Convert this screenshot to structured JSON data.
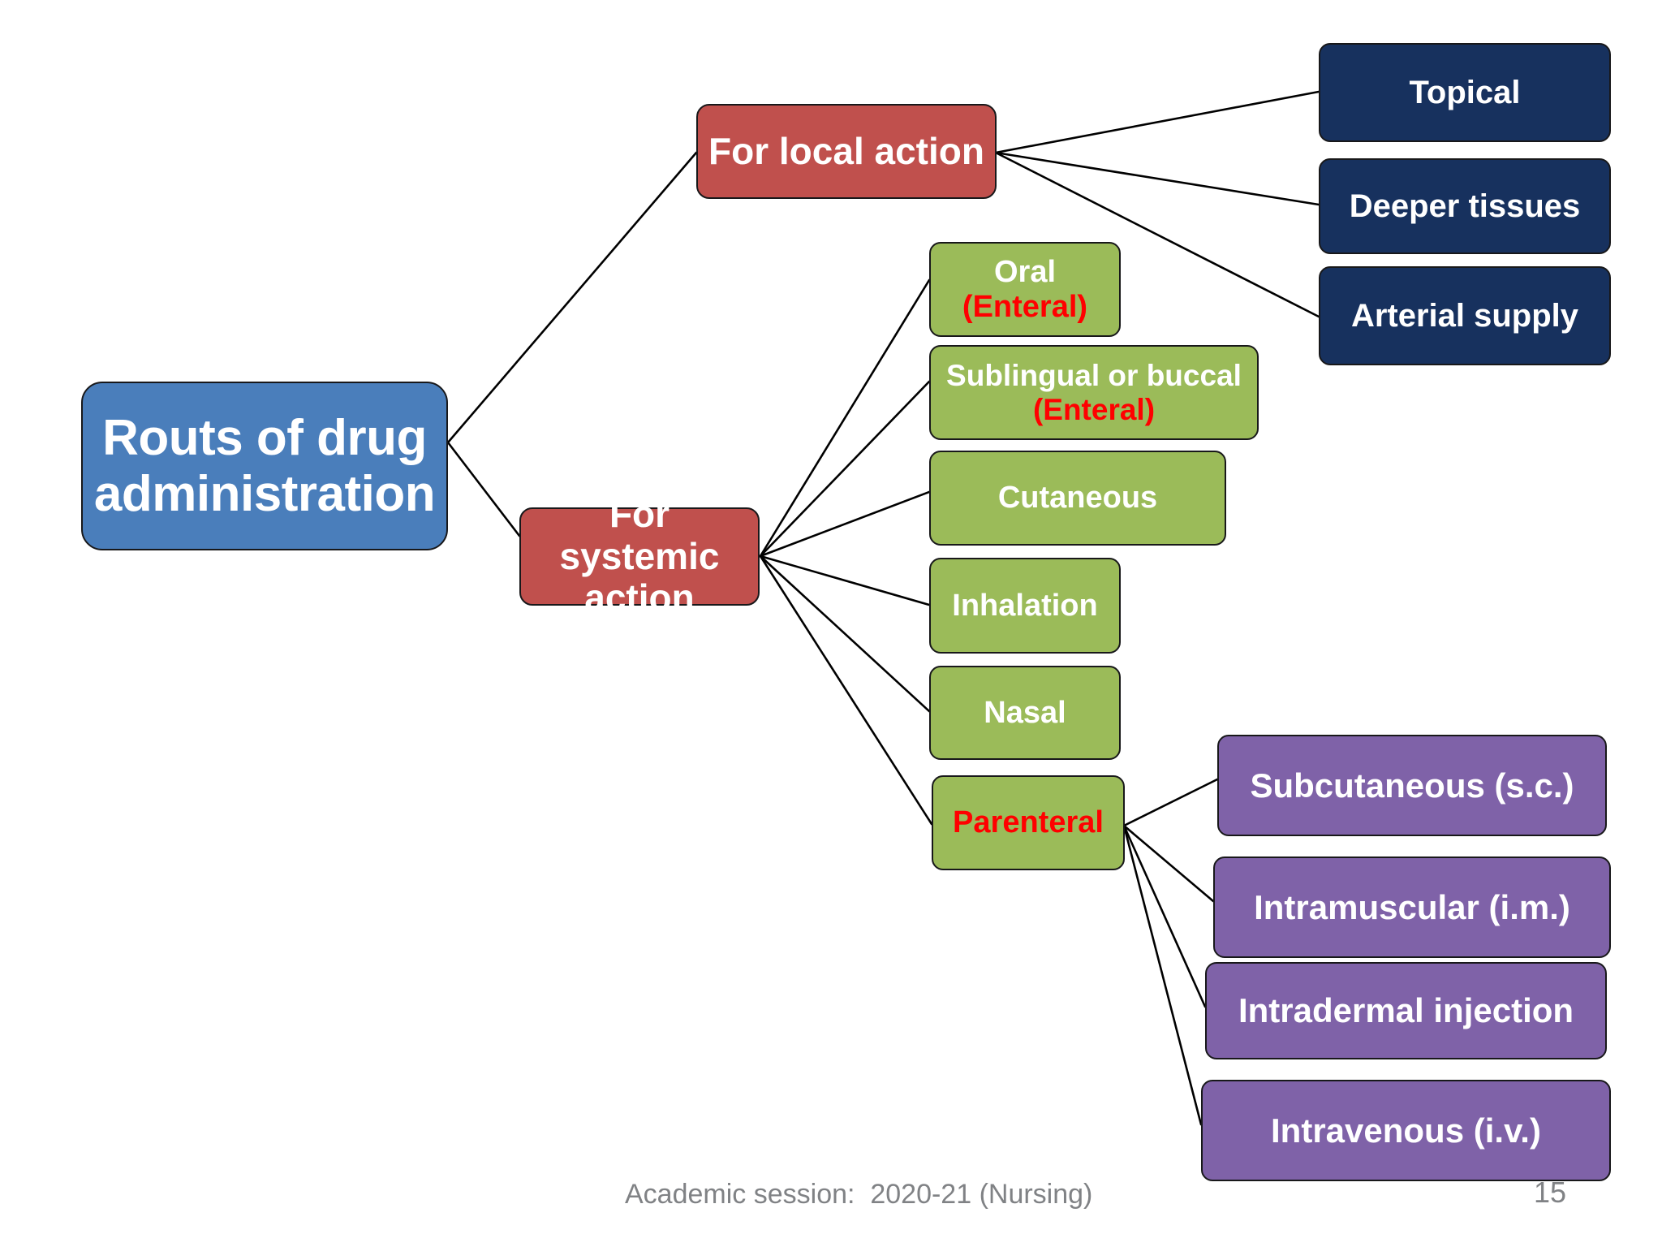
{
  "slide": {
    "background": "#FFFFFF",
    "footer": "Academic session:  2020-21 (Nursing)",
    "page_number": "15"
  },
  "colors": {
    "root": "#4A7EBB",
    "category": "#C0504D",
    "local_target": "#17315E",
    "systemic_route": "#9BBB59",
    "parenteral_route": "#7F62A8",
    "accent_red": "#FF0000",
    "connector": "#000000",
    "footer_text": "#808285"
  },
  "diagram": {
    "type": "tree",
    "root": {
      "label": "Routs of drug administration",
      "line1": "Routs of drug",
      "line2": "administration"
    },
    "branches": [
      {
        "id": "local",
        "label": "For local action",
        "children": [
          {
            "id": "topical",
            "label": "Topical"
          },
          {
            "id": "deeper",
            "label": "Deeper tissues"
          },
          {
            "id": "arterial",
            "label": "Arterial supply"
          }
        ]
      },
      {
        "id": "systemic",
        "label": "For systemic action",
        "line1": "For systemic",
        "line2": "action",
        "children": [
          {
            "id": "oral",
            "label": "Oral",
            "sub": "(Enteral)"
          },
          {
            "id": "sublingual",
            "label": "Sublingual or buccal",
            "sub": "(Enteral)"
          },
          {
            "id": "cutaneous",
            "label": "Cutaneous"
          },
          {
            "id": "inhalation",
            "label": "Inhalation"
          },
          {
            "id": "nasal",
            "label": "Nasal"
          },
          {
            "id": "parenteral",
            "label": "Parenteral",
            "children": [
              {
                "id": "subcutaneous",
                "label": "Subcutaneous (s.c.)"
              },
              {
                "id": "intramuscular",
                "label": "Intramuscular (i.m.)"
              },
              {
                "id": "intradermal",
                "label": "Intradermal injection"
              },
              {
                "id": "intravenous",
                "label": "Intravenous (i.v.)"
              }
            ]
          }
        ]
      }
    ]
  }
}
